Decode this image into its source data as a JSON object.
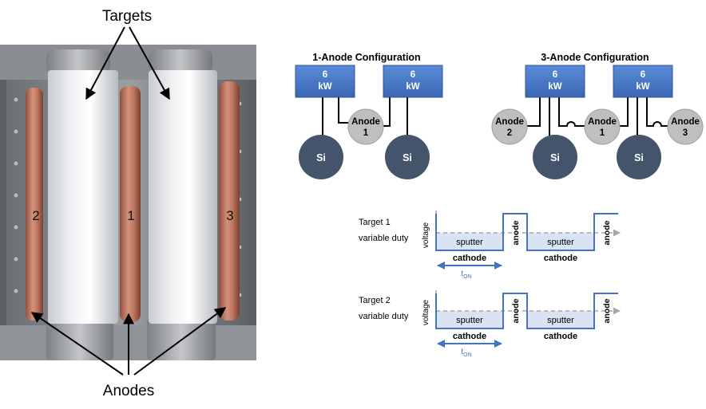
{
  "photo": {
    "targets_label": "Targets",
    "anodes_label": "Anodes",
    "anode_numbers": [
      "2",
      "1",
      "3"
    ]
  },
  "config_1anode": {
    "title": "1-Anode Configuration",
    "supplies": [
      {
        "line1": "6",
        "line2": "kW"
      },
      {
        "line1": "6",
        "line2": "kW"
      }
    ],
    "anode": {
      "line1": "Anode",
      "line2": "1"
    },
    "targets": [
      "Si",
      "Si"
    ]
  },
  "config_3anode": {
    "title": "3-Anode Configuration",
    "supplies": [
      {
        "line1": "6",
        "line2": "kW"
      },
      {
        "line1": "6",
        "line2": "kW"
      }
    ],
    "anodes": [
      {
        "line1": "Anode",
        "line2": "2"
      },
      {
        "line1": "Anode",
        "line2": "1"
      },
      {
        "line1": "Anode",
        "line2": "3"
      }
    ],
    "targets": [
      "Si",
      "Si"
    ]
  },
  "waveforms": [
    {
      "label_line1": "Target 1",
      "label_line2": "variable duty",
      "y_label": "voltage",
      "sputter": [
        "sputter",
        "sputter"
      ],
      "cathode": [
        "cathode",
        "cathode"
      ],
      "anode": [
        "anode",
        "anode"
      ],
      "ton": "t",
      "ton_sub": "ON"
    },
    {
      "label_line1": "Target 2",
      "label_line2": "variable duty",
      "y_label": "voltage",
      "sputter": [
        "sputter",
        "sputter"
      ],
      "cathode": [
        "cathode",
        "cathode"
      ],
      "anode": [
        "anode",
        "anode"
      ],
      "ton": "t",
      "ton_sub": "ON"
    }
  ],
  "colors": {
    "supply_fill": "#4472c4",
    "supply_dark": "#2f5597",
    "target_fill": "#44546a",
    "anode_fill": "#bfbfbf",
    "wave_line": "#4472c4",
    "sputter_fill": "#dae3f3"
  }
}
